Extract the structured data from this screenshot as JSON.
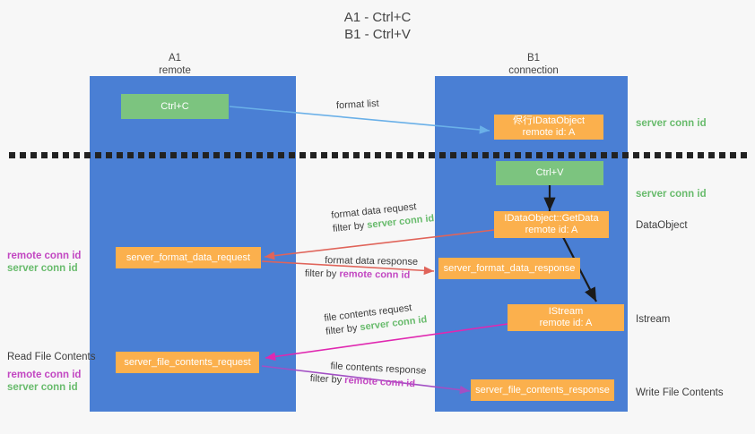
{
  "title": {
    "line1": "A1 - Ctrl+C",
    "line2": "B1 - Ctrl+V"
  },
  "lanes": [
    {
      "name": "A1",
      "sub": "remote"
    },
    {
      "name": "B1",
      "sub": "connection"
    }
  ],
  "boxes": {
    "ctrl_c": "Ctrl+C",
    "ctrl_v": "Ctrl+V",
    "idataobject": "侭行IDataObject\nremote id: A",
    "getdata": "IDataObject::GetData\nremote id: A",
    "istream": "IStream\nremote id: A",
    "server_format_data_request": "server_format_data_request",
    "server_format_data_response": "server_format_data_response",
    "server_file_contents_request": "server_file_contents_request",
    "server_file_contents_response": "server_file_contents_response"
  },
  "right_labels": {
    "server_conn_id_top": "server conn id",
    "server_conn_id_mid": "server conn id",
    "dataobject": "DataObject",
    "istream": "Istream",
    "write_file_contents": "Write File Contents"
  },
  "left_labels": {
    "remote_conn_id_1": "remote conn id",
    "server_conn_id_1": "server conn id",
    "read_file_contents": "Read File Contents",
    "remote_conn_id_2": "remote conn id",
    "server_conn_id_2": "server conn id"
  },
  "edges": [
    {
      "id": "format_list",
      "text": "format list",
      "filter_prefix": "",
      "filter_target": ""
    },
    {
      "id": "format_data_request",
      "text": "format data request",
      "filter_prefix": "filter by ",
      "filter_target": "server conn id"
    },
    {
      "id": "format_data_response",
      "text": "format data response",
      "filter_prefix": "filter by ",
      "filter_target": "remote conn id"
    },
    {
      "id": "file_contents_request",
      "text": "file contents request",
      "filter_prefix": "filter by ",
      "filter_target": "server conn id"
    },
    {
      "id": "file_contents_response",
      "text": "file contents response",
      "filter_prefix": "filter by ",
      "filter_target": "remote conn id"
    }
  ],
  "colors": {
    "lane": "#4a7fd4",
    "green_box": "#7cc47f",
    "orange_box": "#fbb04d",
    "server_conn_id": "#68bb6c",
    "remote_conn_id": "#c247c2",
    "arrow_blue": "#6ab0e8",
    "arrow_red": "#e0645a",
    "arrow_magenta": "#e028b0",
    "arrow_purple": "#a24fc4",
    "arrow_black": "#1a1a1a",
    "divider": "#222222",
    "background": "#f7f7f7"
  }
}
